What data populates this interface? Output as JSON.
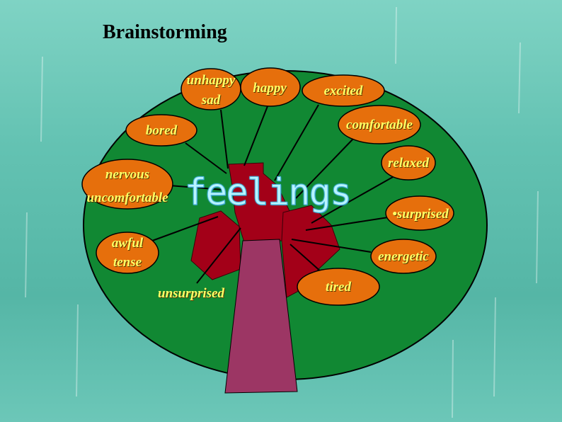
{
  "title": "Brainstorming",
  "center": "feelings",
  "words": {
    "unhappy": "unhappy",
    "sad": "sad",
    "happy": "happy",
    "excited": "excited",
    "bored": "bored",
    "comfortable": "comfortable",
    "relaxed": "relaxed",
    "nervous": "nervous",
    "uncomfortable": "uncomfortable",
    "surprised": "•surprised",
    "awful": "awful",
    "tense": "tense",
    "energetic": "energetic",
    "tired": "tired",
    "unsurprised": "unsurprised"
  },
  "colors": {
    "crown": "#118833",
    "bubble": "#e66f0c",
    "trunk": "#9c3664",
    "branches": "#a30018",
    "word_text": "#ffff66"
  }
}
